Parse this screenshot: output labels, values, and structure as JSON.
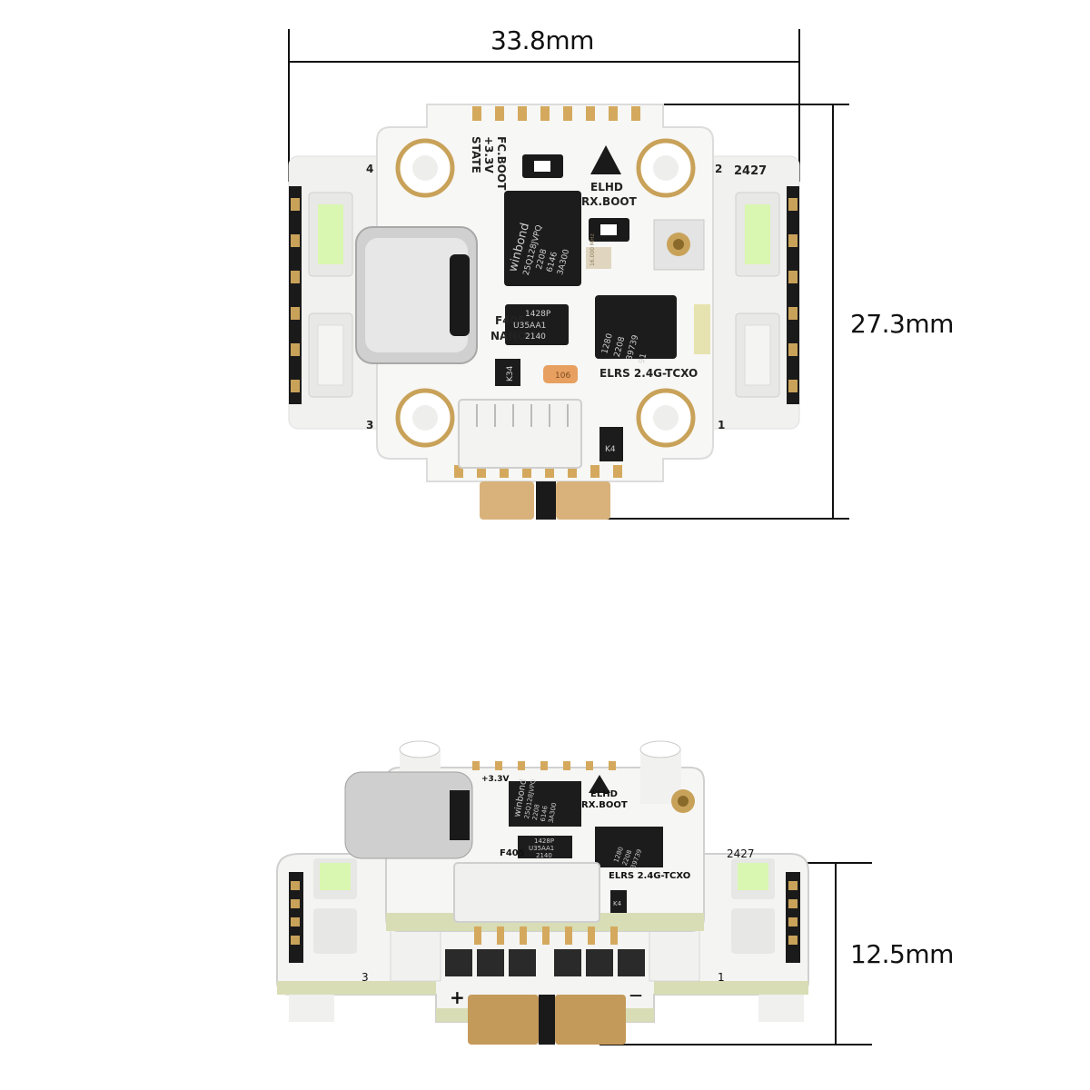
{
  "dimensions": {
    "width": "33.8mm",
    "height": "27.3mm",
    "stack_height": "12.5mm"
  },
  "top_board": {
    "labels": {
      "fc_boot": "FC.BOOT",
      "v33": "+3.3V",
      "state": "STATE",
      "elhd": "ELHD",
      "rx_boot": "RX.BOOT",
      "f405": "F405",
      "nano": "NANO",
      "elrs": "ELRS 2.4G-TCXO",
      "serial": "2427",
      "pad_1": "1",
      "pad_2": "2",
      "pad_3": "3",
      "pad_4": "4"
    },
    "chips": {
      "flash": [
        "winbond",
        "25Q128JVPQ",
        "2208",
        "6146",
        "3A300"
      ],
      "ldo": [
        "1428P",
        "U35AA1",
        "2140"
      ],
      "rx": [
        "1280",
        "2208",
        "39739",
        "91"
      ],
      "diode_1": "K34",
      "diode_2": "K4",
      "crystal": "16.000 MHz",
      "cap": "106"
    }
  },
  "side_view": {
    "labels": {
      "plus": "+",
      "minus": "—",
      "pad_3": "3",
      "pad_1": "1",
      "serial": "2427",
      "f405": "F405",
      "elhd": "ELHD",
      "rx_boot": "RX.BOOT",
      "v33": "+3.3V",
      "elrs": "ELRS 2.4G-TCXO",
      "flash": [
        "winbond",
        "25Q128JVPQ",
        "2208",
        "6146",
        "3A300"
      ],
      "ldo": [
        "1428P",
        "U35AA1",
        "2140"
      ],
      "rx": [
        "1280",
        "2208",
        "39739"
      ],
      "diode": "K4"
    }
  },
  "colors": {
    "board": "#f4f4f2",
    "gold": "#c9a25a",
    "chip": "#1c1c1c",
    "led": "#d9f7b0",
    "pcb_edge": "#d8ddb5"
  }
}
